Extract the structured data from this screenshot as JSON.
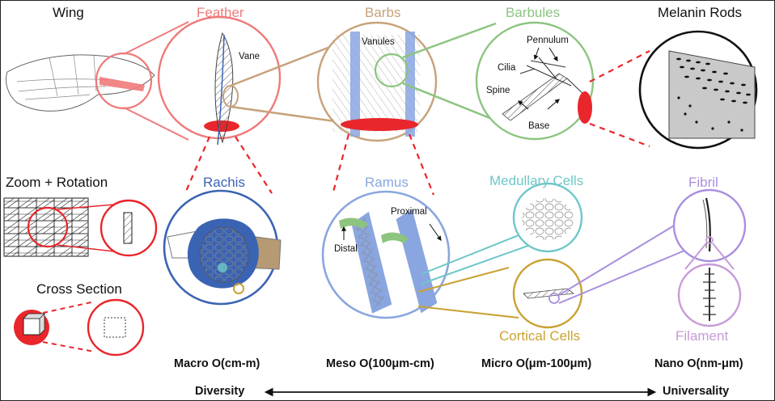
{
  "columns": {
    "wing": "Wing",
    "feather": "Feather",
    "barbs": "Barbs",
    "barbules": "Barbules",
    "melanin_rods": "Melanin Rods"
  },
  "row2": {
    "rachis": "Rachis",
    "ramus": "Ramus",
    "medullary_cells": "Medullary Cells",
    "fibril": "Fibril",
    "cortical_cells": "Cortical Cells",
    "filament": "Filament"
  },
  "legend": {
    "zoom_rotation": "Zoom + Rotation",
    "cross_section": "Cross Section"
  },
  "annotations": {
    "vane": "Vane",
    "vanules": "Vanules",
    "pennulum": "Pennulum",
    "cilia": "Cilia",
    "spine": "Spine",
    "base": "Base",
    "proximal": "Proximal",
    "distal": "Distal"
  },
  "scales": {
    "macro": "Macro O(cm-m)",
    "meso": "Meso O(100μm-cm)",
    "micro": "Micro O(μm-100μm)",
    "nano": "Nano O(nm-μm)"
  },
  "axis": {
    "left": "Diversity",
    "right": "Universality"
  },
  "colors": {
    "feather": "#ef7a7a",
    "barbs": "#c7a27a",
    "barbules": "#8cc480",
    "melanin": "#111111",
    "rachis": "#3b63b3",
    "ramus": "#8aa6e0",
    "medullary": "#6fc7c9",
    "cortical": "#c9a233",
    "fibril": "#a98ee0",
    "filament": "#c79ad8",
    "red": "#e8262b"
  }
}
